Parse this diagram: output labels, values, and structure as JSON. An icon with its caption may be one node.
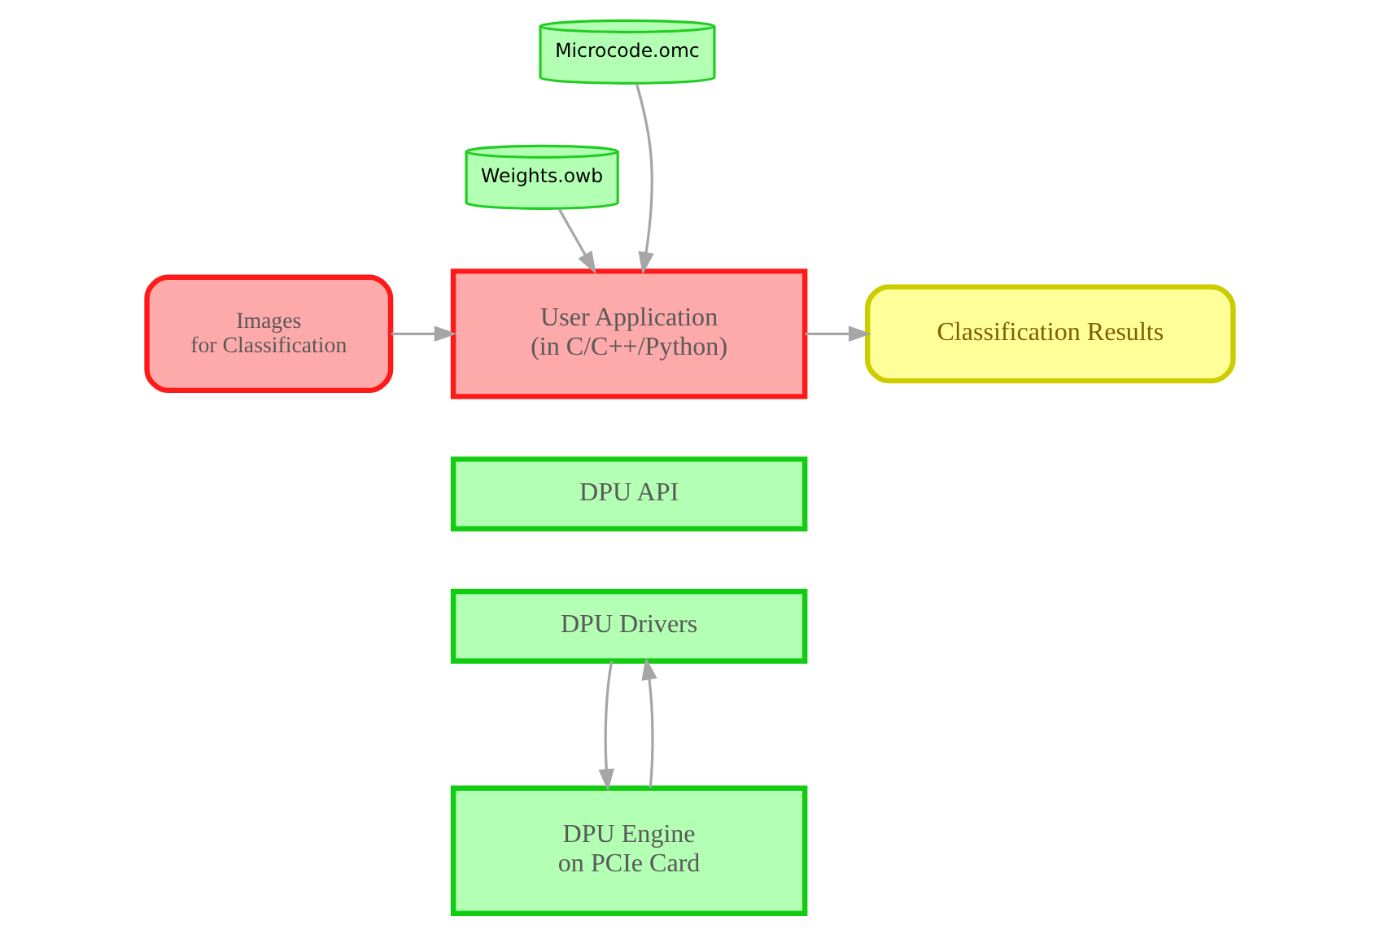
{
  "diagram": {
    "nodes": [
      {
        "text": [
          "Microcode.omc"
        ]
      },
      {
        "text": [
          "Weights.owb"
        ]
      },
      {
        "text": [
          "Images for Classification"
        ]
      },
      {
        "text": [
          "User Application (in C/C++/Python)"
        ]
      },
      {
        "text": [
          "Classification Results"
        ]
      },
      {
        "text": [
          "DPU API"
        ]
      },
      {
        "text": [
          "DPU Drivers"
        ]
      },
      {
        "text": [
          "DPU Engine on PCIe Card"
        ]
      }
    ],
    "edges": [
      {
        "from": 0,
        "to": 3,
        "arrow": "to"
      },
      {
        "from": 1,
        "to": 3,
        "arrow": "to"
      },
      {
        "from": 2,
        "to": 3,
        "arrow": "to"
      },
      {
        "from": 3,
        "to": 4,
        "arrow": "to"
      },
      {
        "from": 6,
        "to": 7,
        "arrow": "to"
      },
      {
        "from": 7,
        "to": 6,
        "arrow": "to"
      }
    ]
  }
}
